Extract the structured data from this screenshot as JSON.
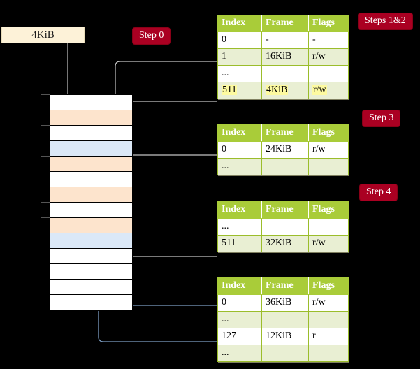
{
  "diagram": {
    "title_badges": {
      "step0": "Step 0",
      "steps12": "Steps 1&2",
      "step3": "Step 3",
      "step4": "Step 4"
    },
    "page_box": {
      "label": "4KiB"
    },
    "memory_column": {
      "rows": [
        {
          "fill": "white"
        },
        {
          "fill": "orange"
        },
        {
          "fill": "white"
        },
        {
          "fill": "blue"
        },
        {
          "fill": "orange"
        },
        {
          "fill": "white"
        },
        {
          "fill": "orange"
        },
        {
          "fill": "white"
        },
        {
          "fill": "orange"
        },
        {
          "fill": "blue"
        },
        {
          "fill": "white"
        },
        {
          "fill": "white"
        },
        {
          "fill": "white"
        },
        {
          "fill": "white"
        }
      ]
    },
    "tables": [
      {
        "name": "level4-table",
        "headers": [
          "Index",
          "Frame",
          "Flags"
        ],
        "rows": [
          {
            "cells": [
              "0",
              "-",
              "-"
            ],
            "alt": false,
            "highlight": false
          },
          {
            "cells": [
              "1",
              "16KiB",
              "r/w"
            ],
            "alt": true,
            "highlight": false
          },
          {
            "cells": [
              "...",
              "",
              ""
            ],
            "alt": false,
            "highlight": false
          },
          {
            "cells": [
              "511",
              "4KiB",
              "r/w"
            ],
            "alt": true,
            "highlight": true
          }
        ]
      },
      {
        "name": "level3-table",
        "headers": [
          "Index",
          "Frame",
          "Flags"
        ],
        "rows": [
          {
            "cells": [
              "0",
              "24KiB",
              "r/w"
            ],
            "alt": false,
            "highlight": false
          },
          {
            "cells": [
              "...",
              "",
              ""
            ],
            "alt": true,
            "highlight": false
          }
        ]
      },
      {
        "name": "level2-table",
        "headers": [
          "Index",
          "Frame",
          "Flags"
        ],
        "rows": [
          {
            "cells": [
              "...",
              "",
              ""
            ],
            "alt": false,
            "highlight": false
          },
          {
            "cells": [
              "511",
              "32KiB",
              "r/w"
            ],
            "alt": true,
            "highlight": false
          }
        ]
      },
      {
        "name": "level1-table",
        "headers": [
          "Index",
          "Frame",
          "Flags"
        ],
        "rows": [
          {
            "cells": [
              "0",
              "36KiB",
              "r/w"
            ],
            "alt": false,
            "highlight": false
          },
          {
            "cells": [
              "...",
              "",
              ""
            ],
            "alt": true,
            "highlight": false
          },
          {
            "cells": [
              "127",
              "12KiB",
              "r"
            ],
            "alt": false,
            "highlight": false
          },
          {
            "cells": [
              "...",
              "",
              ""
            ],
            "alt": true,
            "highlight": false
          }
        ]
      }
    ],
    "colors": {
      "badge_bg": "#aa0022",
      "table_header_bg": "#a9cc39",
      "table_alt_row_bg": "#e9efd3",
      "highlight_bg": "#fdfaa0",
      "page_box_bg": "#fdf2d8",
      "mem_orange": "#fde4cd",
      "mem_blue": "#dbe8f7",
      "wire_gray": "#bbbbbb",
      "wire_blue": "#7d9ec4",
      "background": "#000000"
    }
  }
}
